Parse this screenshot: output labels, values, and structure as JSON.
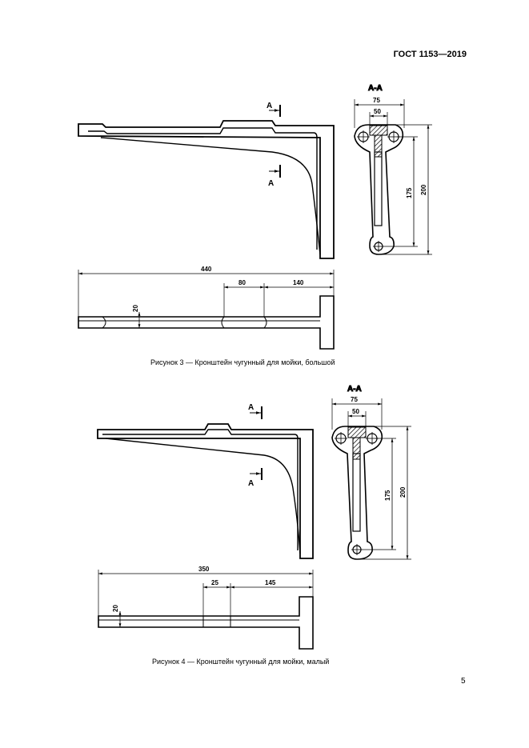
{
  "header": {
    "doc_code": "ГОСТ 1153—2019"
  },
  "figure3": {
    "caption": "Рисунок 3 — Кронштейн чугунный для мойки, большой",
    "section_mark": "А",
    "section_title": "А-А",
    "dims": {
      "width_top": "75",
      "width_inner": "50",
      "h_total": "200",
      "h_holes": "175",
      "length": "440",
      "seg1": "80",
      "seg2": "140",
      "thickness": "20"
    }
  },
  "figure4": {
    "caption": "Рисунок 4 — Кронштейн чугунный для мойки, малый",
    "section_mark": "А",
    "section_title": "А-А",
    "dims": {
      "width_top": "75",
      "width_inner": "50",
      "h_total": "200",
      "h_holes": "175",
      "length": "350",
      "seg1": "25",
      "seg2": "145",
      "thickness": "20"
    }
  },
  "page": {
    "number": "5"
  }
}
